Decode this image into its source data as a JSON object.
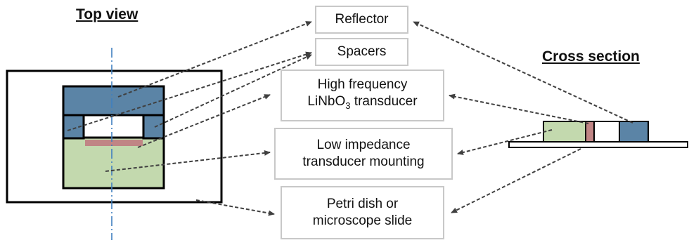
{
  "headings": {
    "top_view": "Top view",
    "cross_section": "Cross section"
  },
  "labels": {
    "reflector": "Reflector",
    "spacers": "Spacers",
    "high_frequency_line1": "High frequency",
    "high_frequency_chem_prefix": "LiNbO",
    "high_frequency_chem_subscript": "3",
    "high_frequency_suffix": " transducer",
    "low_impedance_line1": "Low impedance",
    "low_impedance_line2": "transducer mounting",
    "petri_line1": "Petri dish or",
    "petri_line2": "microscope slide"
  },
  "colors": {
    "reflector_blue": "#5b84a6",
    "mounting_green": "#c3d9ae",
    "transducer_pink": "#c08585",
    "axis_line_blue": "#3f7fbf",
    "arrow_dark": "#404040",
    "label_border": "#c8c8c8"
  }
}
